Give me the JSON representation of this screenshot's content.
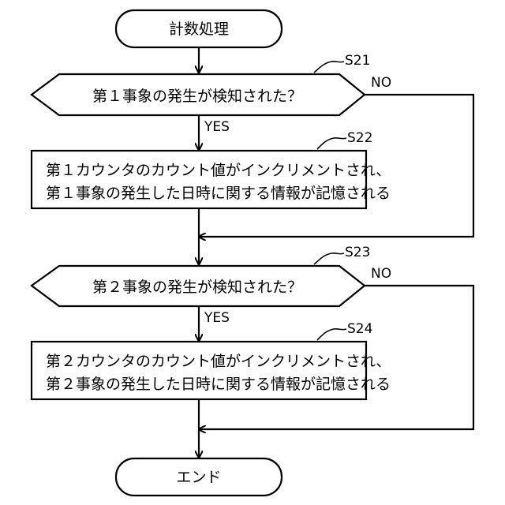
{
  "flowchart": {
    "start": {
      "label": "計数処理"
    },
    "end": {
      "label": "エンド"
    },
    "decision1": {
      "label": "第１事象の発生が検知された？",
      "step": "S21",
      "no": "NO",
      "yes": "YES"
    },
    "process1": {
      "line1": "第１カウンタのカウント値がインクリメントされ、",
      "line2": "第１事象の発生した日時に関する情報が記憶される",
      "step": "S22"
    },
    "decision2": {
      "label": "第２事象の発生が検知された？",
      "step": "S23",
      "no": "NO",
      "yes": "YES"
    },
    "process2": {
      "line1": "第２カウンタのカウント値がインクリメントされ、",
      "line2": "第２事象の発生した日時に関する情報が記憶される",
      "step": "S24"
    }
  }
}
